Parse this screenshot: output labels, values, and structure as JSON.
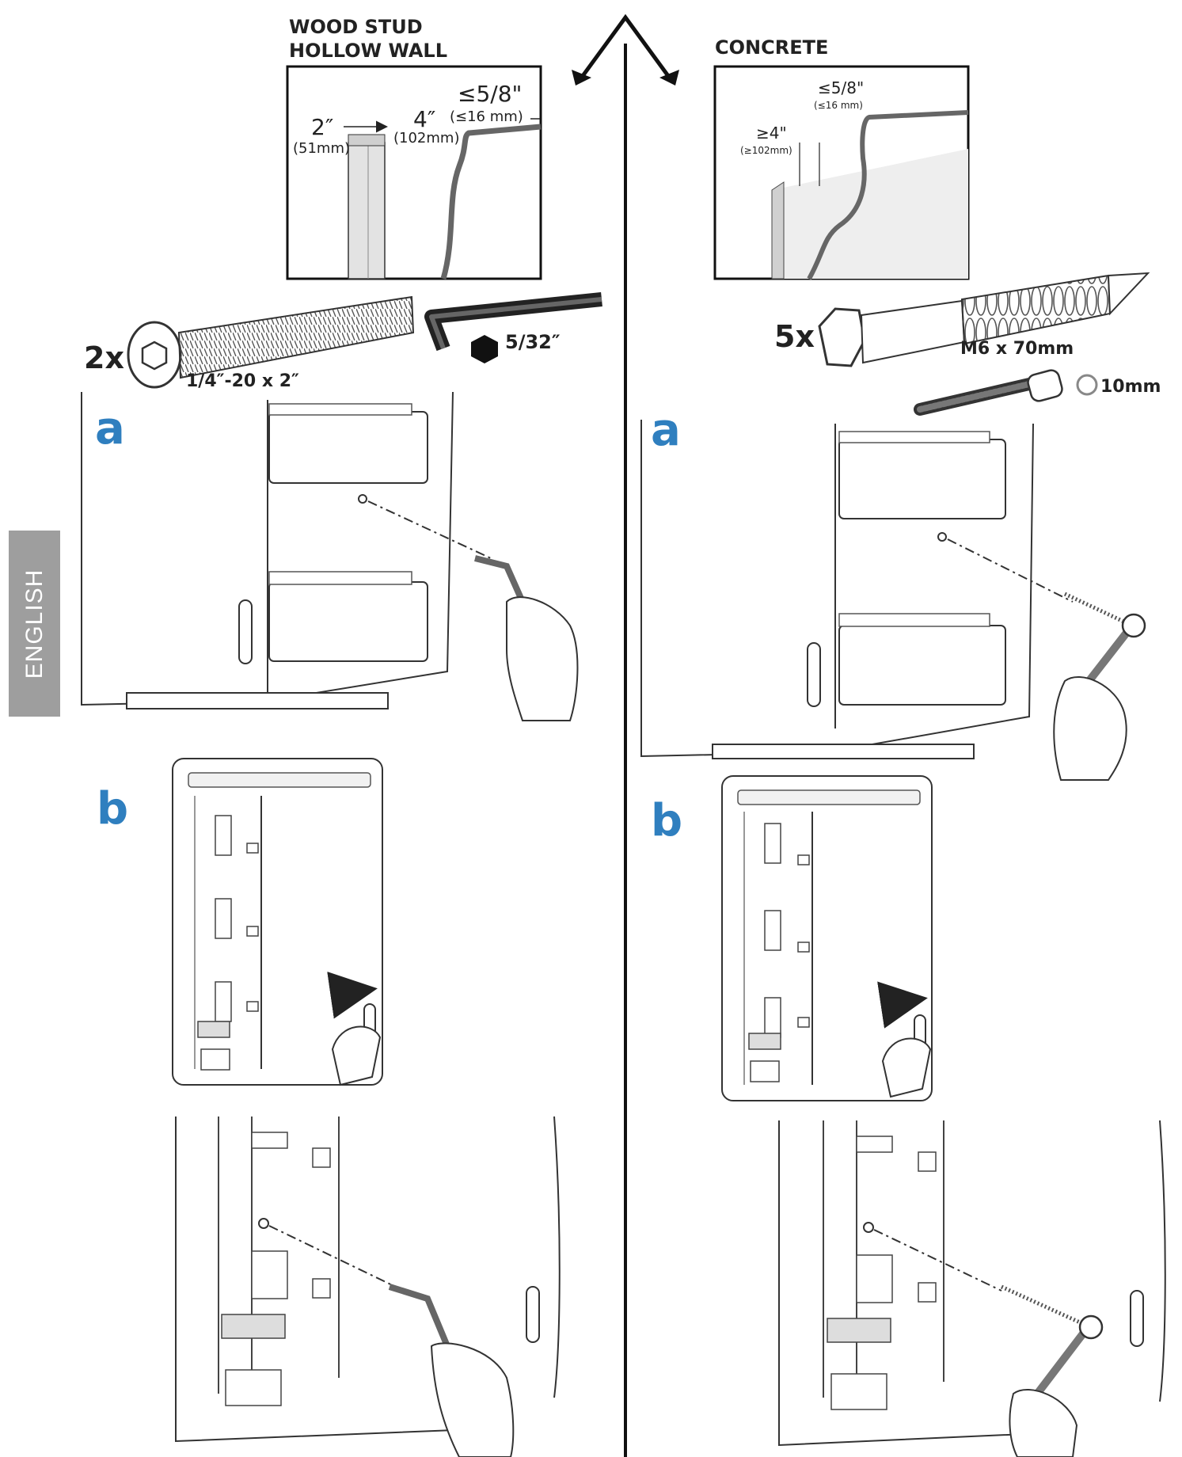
{
  "language_tab": "ENGLISH",
  "left": {
    "title_line1": "WOOD STUD",
    "title_line2": "HOLLOW WALL",
    "dims": {
      "stud_width": "2″",
      "stud_width_mm": "(51mm)",
      "spacing": "4″",
      "spacing_mm": "(102mm)",
      "drywall": "≤5/8\"",
      "drywall_mm": "(≤16 mm)"
    },
    "qty": "2x",
    "bolt_spec": "1/4″-20 x 2″",
    "key_size": "5/32″",
    "step_a": "a",
    "step_b": "b"
  },
  "right": {
    "title": "CONCRETE",
    "dims": {
      "drywall": "≤5/8\"",
      "drywall_mm": "(≤16 mm)",
      "depth": "≥4\"",
      "depth_mm": "(≥102mm)"
    },
    "qty": "5x",
    "screw_spec": "M6 x 70mm",
    "socket_size": "10mm",
    "step_a": "a",
    "step_b": "b"
  },
  "colors": {
    "step_letter": "#2f7fbf",
    "tab": "#9e9e9e",
    "line": "#222222"
  }
}
